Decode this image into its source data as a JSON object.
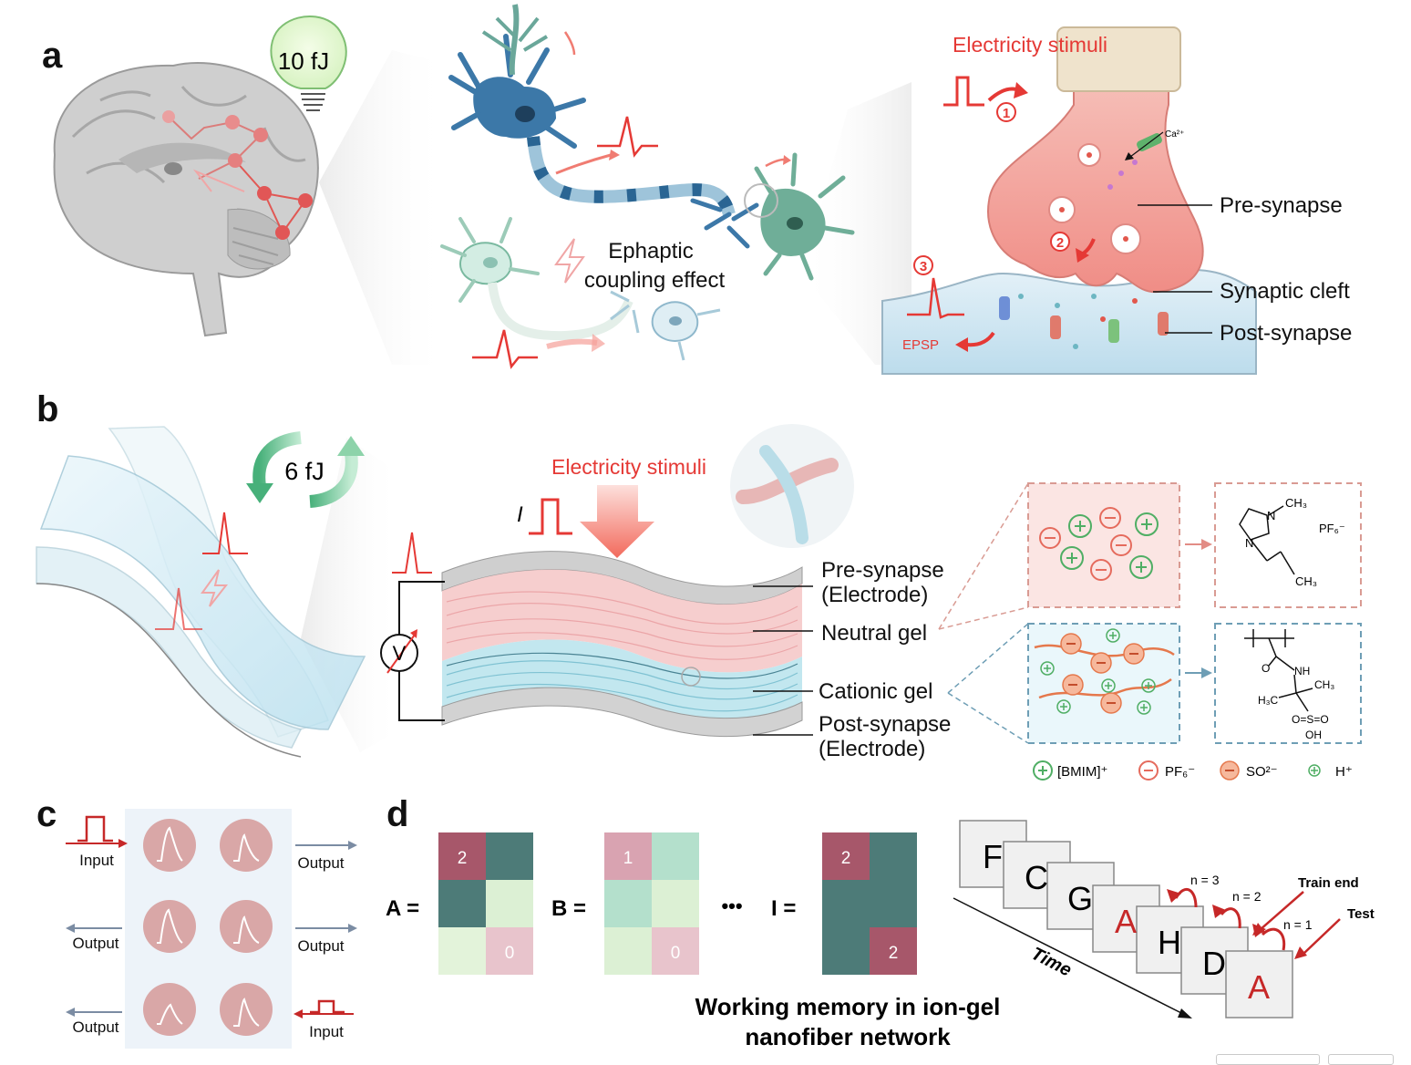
{
  "panels": {
    "a": {
      "letter": "a",
      "energy": "10 fJ",
      "ephaptic": [
        "Ephaptic",
        "coupling effect"
      ],
      "stimuli": "Electricity stimuli",
      "step1": "1",
      "step2": "2",
      "step3": "3",
      "ca_label": "Ca²⁺",
      "epsp": "EPSP",
      "labels": {
        "pre": "Pre-synapse",
        "cleft": "Synaptic cleft",
        "post": "Post-synapse"
      }
    },
    "b": {
      "letter": "b",
      "energy": "6 fJ",
      "stimuli": "Electricity stimuli",
      "current": "I",
      "voltmeter": "V",
      "labels": {
        "pre": [
          "Pre-synapse",
          "(Electrode)"
        ],
        "neutral": "Neutral gel",
        "cationic": "Cationic gel",
        "post": [
          "Post-synapse",
          "(Electrode)"
        ]
      },
      "chem": {
        "ch3_top": "CH₃",
        "n_plus": "N",
        "n_bottom": "N",
        "pf6": "PF₆⁻",
        "ch3_bottom": "CH₃",
        "nh": "NH",
        "o_amide": "O",
        "ch3_right": "CH₃",
        "h3c": "H₃C",
        "sulfonyl": "O=S=O",
        "oh": "OH"
      },
      "legend": [
        {
          "symbol": "plus-circle",
          "label": "[BMIM]⁺"
        },
        {
          "symbol": "minus-circle",
          "label": "PF₆⁻"
        },
        {
          "symbol": "filled-minus-circle",
          "label": "SO²⁻"
        },
        {
          "symbol": "small-plus",
          "label": "H⁺"
        }
      ]
    },
    "c": {
      "letter": "c",
      "labels": {
        "input_top": "Input",
        "output_top_right": "Output",
        "output_mid_left": "Output",
        "output_mid_right": "Output",
        "output_bottom_left": "Output",
        "input_bottom": "Input"
      }
    },
    "d": {
      "letter": "d",
      "matrices": [
        {
          "name": "A =",
          "cells": [
            "2",
            "",
            "",
            "",
            "",
            "0"
          ]
        },
        {
          "name": "B =",
          "cells": [
            "1",
            "",
            "",
            "",
            "",
            "0"
          ]
        },
        {
          "name": "I =",
          "cells": [
            "2",
            "",
            "",
            "",
            "",
            "2"
          ]
        }
      ],
      "ellipsis": "•••",
      "caption": [
        "Working memory in ion-gel",
        "nanofiber network"
      ],
      "sequence": [
        "F",
        "C",
        "G",
        "A",
        "H",
        "D",
        "A"
      ],
      "time": "Time",
      "n_labels": [
        "n = 3",
        "n = 2",
        "n = 1"
      ],
      "train_end": "Train end",
      "test": "Test"
    }
  },
  "colors": {
    "red": "#e53935",
    "dark_teal": "#4d7b78",
    "maroon": "#a7576a",
    "pale_green": "#dcf0d4",
    "pale_pink": "#e8c4cc",
    "mint": "#b4e0cc",
    "pink_light": "#d9a3b1"
  }
}
